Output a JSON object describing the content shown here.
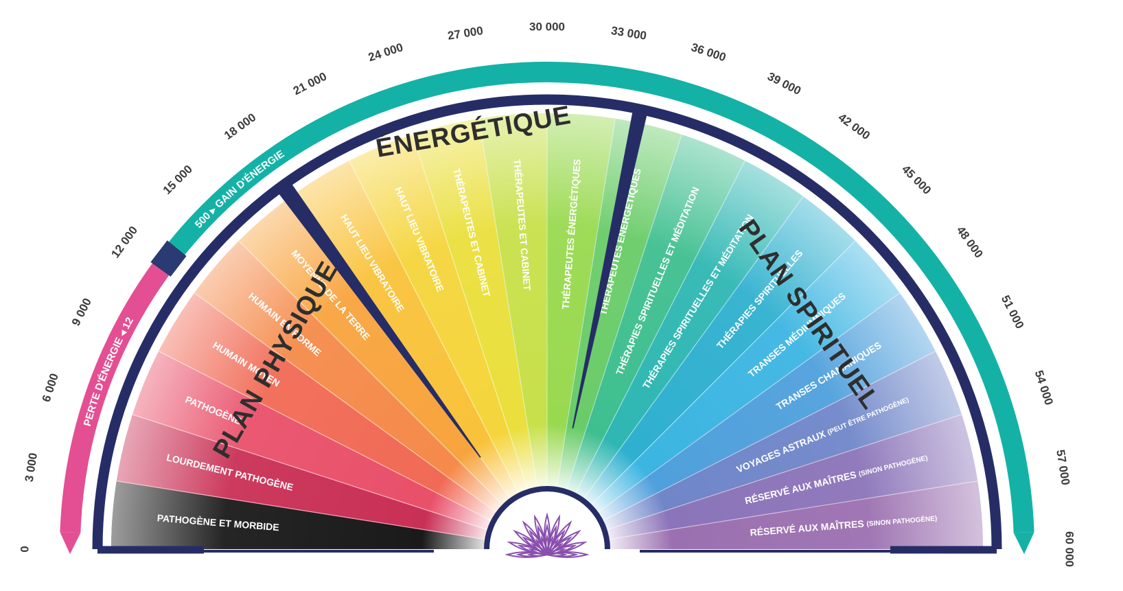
{
  "ticks": [
    "0",
    "3 000",
    "6 000",
    "9 000",
    "12 000",
    "15 000",
    "18 000",
    "21 000",
    "24 000",
    "27 000",
    "30 000",
    "33 000",
    "36 000",
    "39 000",
    "42 000",
    "45 000",
    "48 000",
    "51 000",
    "54 000",
    "57 000",
    "60 000"
  ],
  "band": {
    "loss_label": "PERTE D'ÉNERGIE ◂ 12",
    "gain_label": "500 ▸ GAIN D'ÉNERGIE",
    "loss_color": "#e44f93",
    "gain_color": "#14b2a6"
  },
  "planes": {
    "physique": "PLAN  PHYSIQUE",
    "energetique": "ÉNERGÉTIQUE",
    "spirituel": "PLAN  SPIRITUEL"
  },
  "segments": [
    {
      "main": "PATHOGÈNE ET MORBIDE",
      "small": ""
    },
    {
      "main": "LOURDEMENT PATHOGÈNE",
      "small": ""
    },
    {
      "main": "PATHOGÈNE",
      "small": ""
    },
    {
      "main": "HUMAIN MOYEN",
      "small": ""
    },
    {
      "main": "HUMAIN EN FORME",
      "small": ""
    },
    {
      "main": "MOYENNE DE LA TERRE",
      "small": ""
    },
    {
      "main": "HAUT LIEU VIBRATOIRE",
      "small": ""
    },
    {
      "main": "HAUT LIEU VIBRATOIRE",
      "small": ""
    },
    {
      "main": "THÉRAPEUTES ET CABINET",
      "small": ""
    },
    {
      "main": "THÉRAPEUTES ET CABINET",
      "small": ""
    },
    {
      "main": "THÉRAPEUTES ÉNERGÉTIQUES",
      "small": ""
    },
    {
      "main": "THÉRAPEUTES ÉNERGÉTIQUES",
      "small": ""
    },
    {
      "main": "THÉRAPIES SPIRITUELLES ET MÉDITATION",
      "small": ""
    },
    {
      "main": "THÉRAPIES SPIRITUELLES ET MÉDITATION",
      "small": ""
    },
    {
      "main": "THÉRAPIES SPIRITUELLES",
      "small": ""
    },
    {
      "main": "TRANSES MÉDIUMNIQUES",
      "small": ""
    },
    {
      "main": "TRANSES CHAMANIQUES",
      "small": ""
    },
    {
      "main": "VOYAGES ASTRAUX ",
      "small": "(PEUT ÊTRE PATHOGÈNE)"
    },
    {
      "main": "RÉSERVÉ AUX MAÎTRES ",
      "small": "(SINON PATHOGÈNE)"
    },
    {
      "main": "RÉSERVÉ AUX MAÎTRES ",
      "small": "(SINON PATHOGÈNE)"
    }
  ],
  "colors": {
    "frame": "#262d66",
    "lotus": "#8a4fae",
    "text_dark": "#3b3b3b"
  }
}
